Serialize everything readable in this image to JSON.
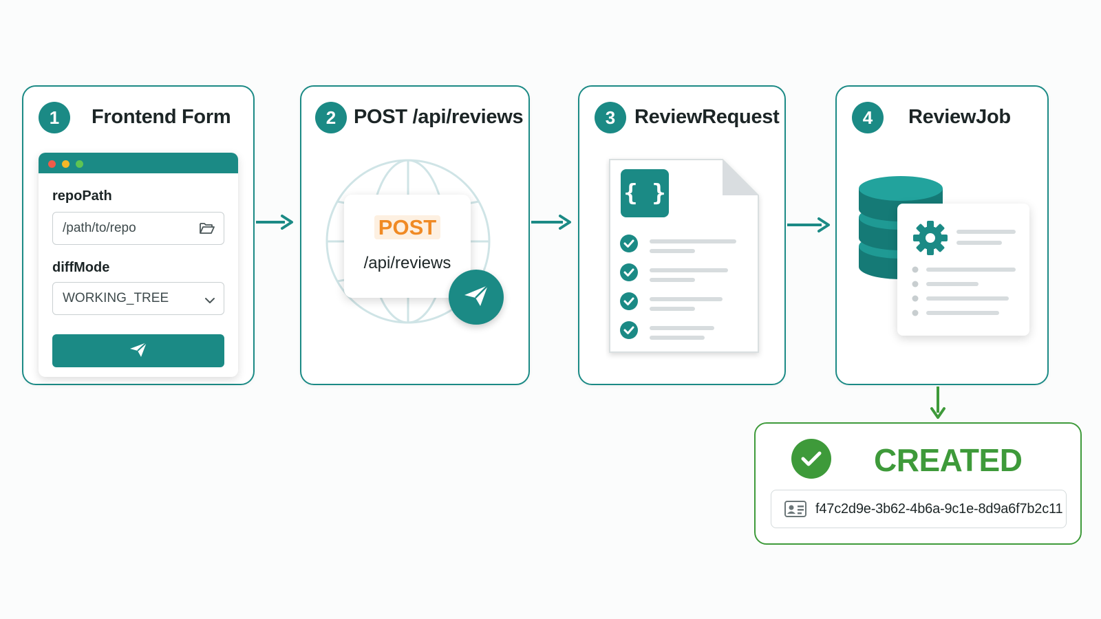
{
  "steps": [
    {
      "number": "1",
      "title": "Frontend Form"
    },
    {
      "number": "2",
      "title": "POST /api/reviews"
    },
    {
      "number": "3",
      "title": "ReviewRequest"
    },
    {
      "number": "4",
      "title": "ReviewJob"
    }
  ],
  "form": {
    "repo_label": "repoPath",
    "repo_value": "/path/to/repo",
    "diff_label": "diffMode",
    "diff_value": "WORKING_TREE"
  },
  "request": {
    "method": "POST",
    "path": "/api/reviews"
  },
  "review_request": {
    "braces": "{ }",
    "checked_items": 4
  },
  "result": {
    "status": "CREATED",
    "id": "f47c2d9e-3b62-4b6a-9c1e-8d9a6f7b2c11"
  },
  "icons": {
    "folder": "folder-open-icon",
    "chevron": "chevron-down-icon",
    "send": "paper-plane-icon",
    "globe": "globe-icon",
    "document": "document-icon",
    "check": "check-circle-icon",
    "database": "database-icon",
    "gear": "gear-icon",
    "id_card": "id-card-icon"
  },
  "colors": {
    "accent": "#1b8a85",
    "success": "#3e9a3a",
    "method": "#f08a24"
  }
}
